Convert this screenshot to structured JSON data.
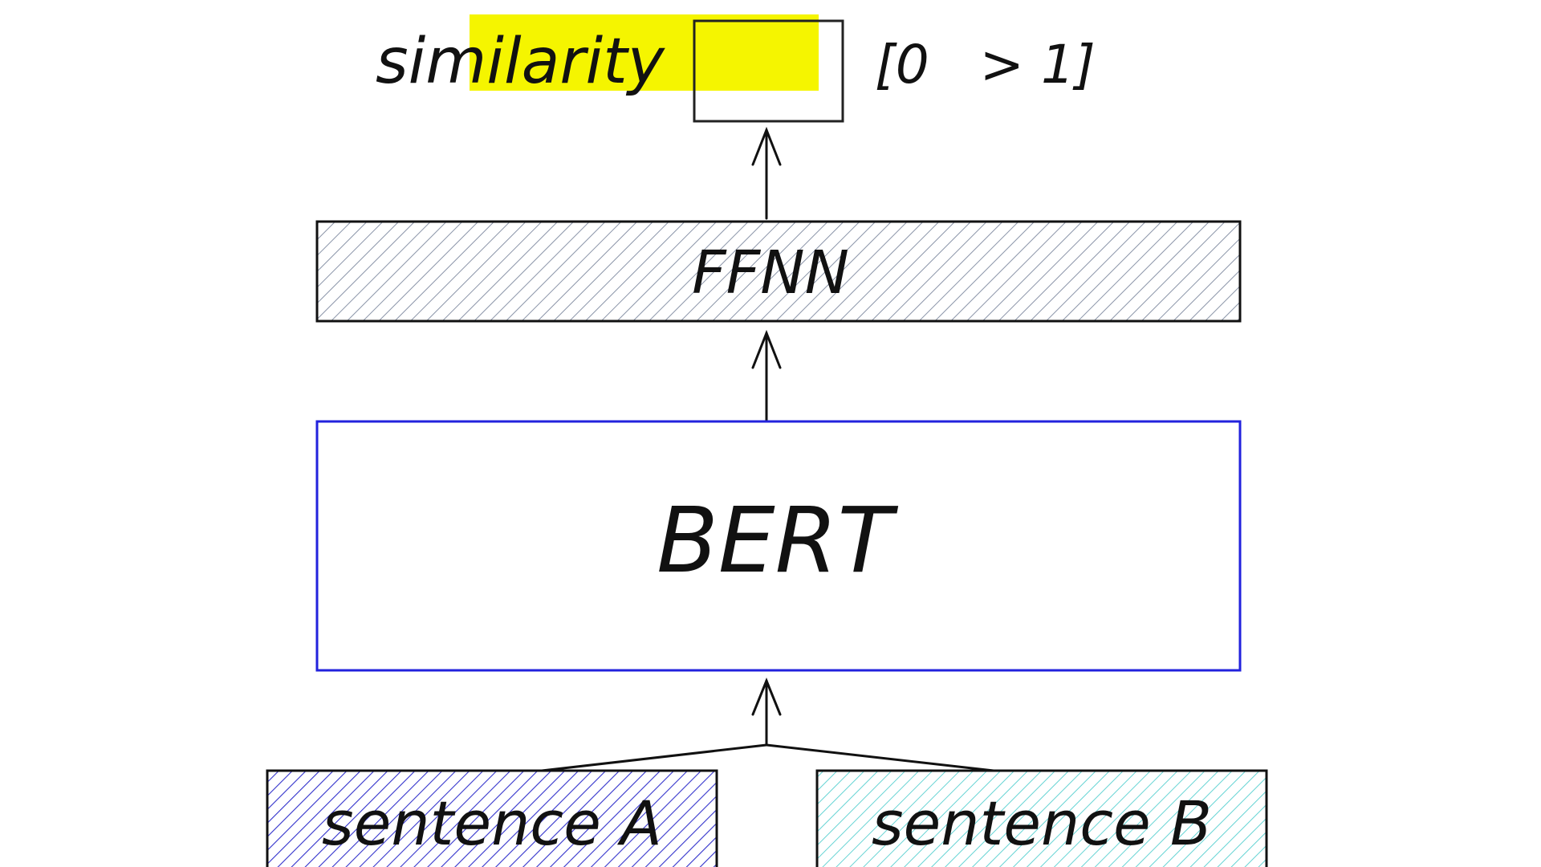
{
  "output": {
    "label": "similarity",
    "range_text": "[0   > 1]",
    "highlight_color": "#f5f500"
  },
  "ffnn": {
    "label": "FFNN",
    "hatch_color": "#8a94a8"
  },
  "bert": {
    "label": "BERT",
    "border_color": "#2222dd"
  },
  "inputs": [
    {
      "label": "sentence A",
      "hatch_color": "#3333cc",
      "border_color": "#111111"
    },
    {
      "label": "sentence B",
      "hatch_color": "#66d4d4",
      "border_color": "#111111"
    }
  ]
}
